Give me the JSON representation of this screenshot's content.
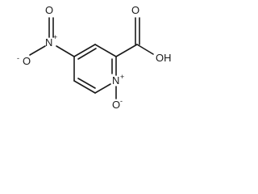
{
  "molecule": {
    "atoms": {
      "nitro_o_left": "O",
      "nitro_o_left_charge": "-",
      "nitro_n": "N",
      "nitro_n_charge": "+",
      "nitro_o_top": "O",
      "acid_o_top": "O",
      "acid_oh": "OH",
      "ring_n": "N",
      "ring_n_charge": "+",
      "n_oxide_o": "O",
      "n_oxide_o_charge": "-"
    }
  }
}
